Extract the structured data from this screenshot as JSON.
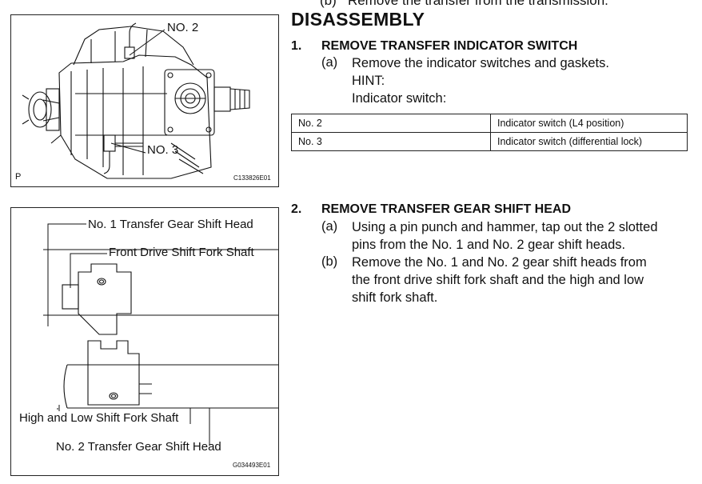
{
  "previous_step": {
    "label": "(b)",
    "text": "Remove the transfer from the transmission."
  },
  "section_title": "DISASSEMBLY",
  "figure1": {
    "callout_no2": "NO. 2",
    "callout_no3": "NO. 3",
    "corner_label": "P",
    "code": "C133826E01"
  },
  "figure2": {
    "label_no1_head": "No. 1 Transfer Gear Shift Head",
    "label_front_fork": "Front Drive Shift Fork Shaft",
    "label_high_low": "High and Low Shift Fork Shaft",
    "label_no2_head": "No. 2 Transfer Gear Shift Head",
    "code": "G034493E01"
  },
  "step1": {
    "number": "1.",
    "title": "REMOVE TRANSFER INDICATOR SWITCH",
    "a_label": "(a)",
    "a_text": "Remove the indicator switches and gaskets.",
    "hint": "HINT:",
    "hint_text": "Indicator switch:",
    "table": [
      {
        "part": "No. 2",
        "desc": "Indicator switch (L4 position)"
      },
      {
        "part": "No. 3",
        "desc": "Indicator switch (differential lock)"
      }
    ]
  },
  "step2": {
    "number": "2.",
    "title": "REMOVE TRANSFER GEAR SHIFT HEAD",
    "a_label": "(a)",
    "a_line1": "Using a pin punch and hammer, tap out the 2 slotted",
    "a_line2": "pins from the No. 1 and No. 2 gear shift heads.",
    "b_label": "(b)",
    "b_line1": "Remove the No. 1 and No. 2 gear shift heads from",
    "b_line2": "the front drive shift fork shaft and the high and low",
    "b_line3": "shift fork shaft."
  }
}
